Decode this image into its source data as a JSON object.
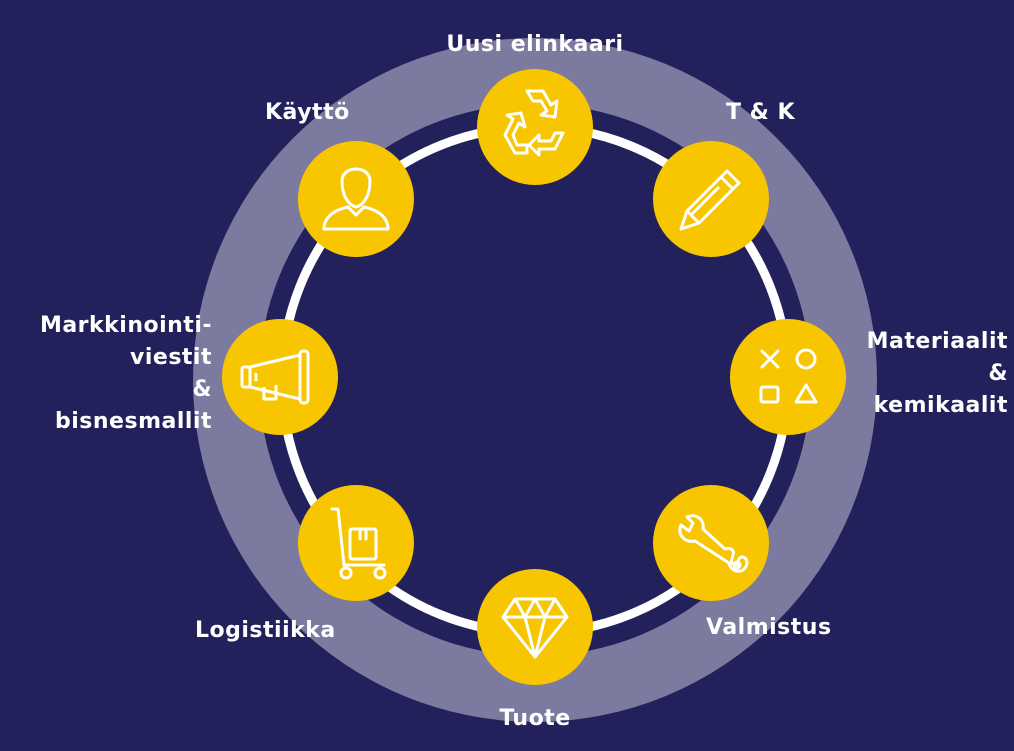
{
  "colors": {
    "background": "#23215c",
    "outer_ring": "#7d7aa0",
    "inner_ring": "#ffffff",
    "node_fill": "#f7c600",
    "icon_stroke": "#ffffff"
  },
  "stages": [
    {
      "id": "uusi-elinkaari",
      "icon": "recycle-icon",
      "label_lines": [
        "Uusi elinkaari"
      ]
    },
    {
      "id": "t-k",
      "icon": "pencil-icon",
      "label_lines": [
        "T & K"
      ]
    },
    {
      "id": "materiaalit-kemikaalit",
      "icon": "shapes-icon",
      "label_lines": [
        "Materiaalit",
        "&",
        "kemikaalit"
      ]
    },
    {
      "id": "valmistus",
      "icon": "wrench-icon",
      "label_lines": [
        "Valmistus"
      ]
    },
    {
      "id": "tuote",
      "icon": "diamond-icon",
      "label_lines": [
        "Tuote"
      ]
    },
    {
      "id": "logistiikka",
      "icon": "hand-truck-icon",
      "label_lines": [
        "Logistiikka"
      ]
    },
    {
      "id": "markkinointi",
      "icon": "megaphone-icon",
      "label_lines": [
        "Markkinointi-",
        "viestit",
        "&",
        "bisnesmallit"
      ]
    },
    {
      "id": "kaytto",
      "icon": "user-icon",
      "label_lines": [
        "Käyttö"
      ]
    }
  ]
}
